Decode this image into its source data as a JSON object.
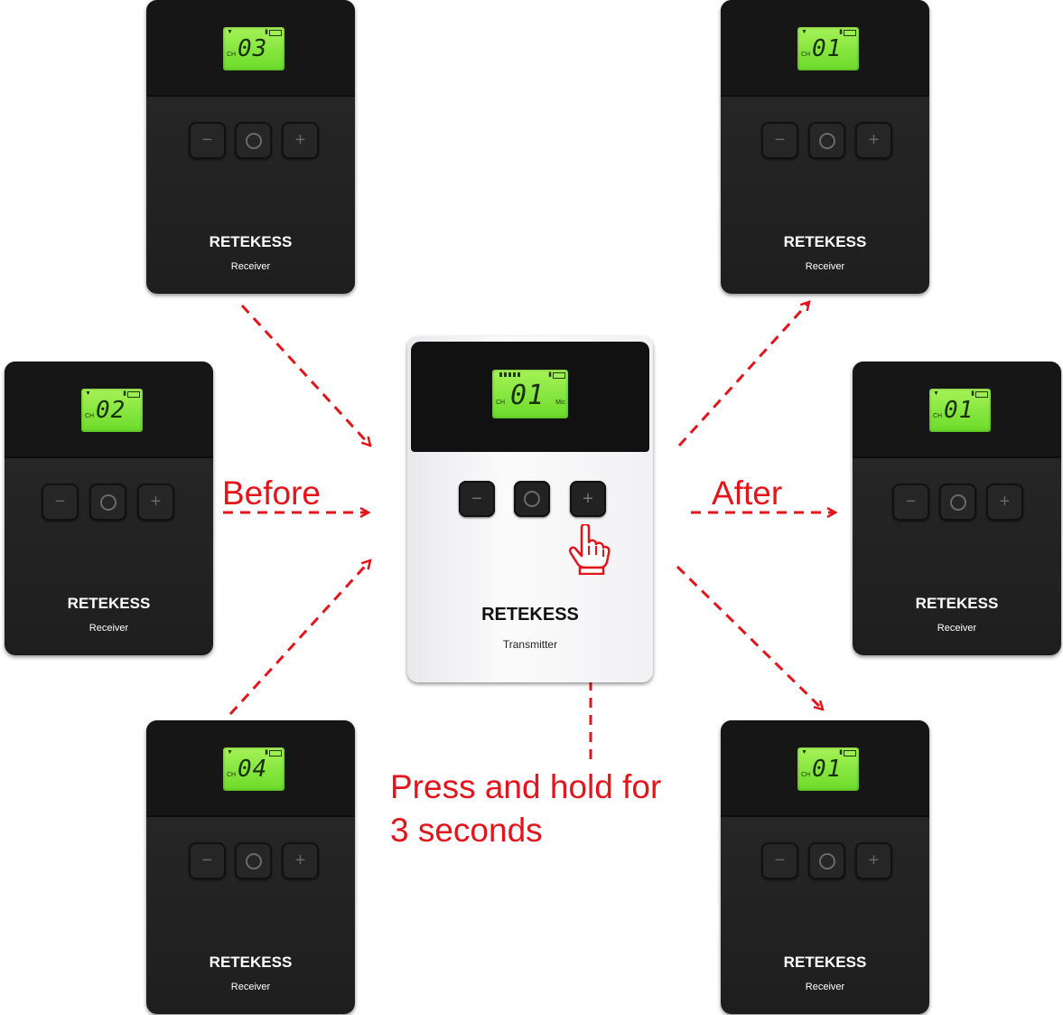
{
  "brand": "RETEKESS",
  "colors": {
    "arrow": "#e4141b",
    "lcd": "#8ee840",
    "receiver_body": "#222222",
    "transmitter_body": "#f5f5f7"
  },
  "icons": {
    "minus": "−",
    "plus": "+",
    "pointer": "hand-pointer-icon"
  },
  "transmitter": {
    "channel": "01",
    "ch_label": "CH",
    "mic_label": "Mic",
    "label": "Transmitter"
  },
  "receivers": {
    "before_top": {
      "channel": "03",
      "ch_label": "CH",
      "label": "Receiver"
    },
    "before_middle": {
      "channel": "02",
      "ch_label": "CH",
      "label": "Receiver"
    },
    "before_bottom": {
      "channel": "04",
      "ch_label": "CH",
      "label": "Receiver"
    },
    "after_top": {
      "channel": "01",
      "ch_label": "CH",
      "label": "Receiver"
    },
    "after_middle": {
      "channel": "01",
      "ch_label": "CH",
      "label": "Receiver"
    },
    "after_bottom": {
      "channel": "01",
      "ch_label": "CH",
      "label": "Receiver"
    }
  },
  "captions": {
    "before": "Before",
    "after": "After",
    "instruction_line1": "Press and hold for",
    "instruction_line2": "3 seconds"
  }
}
